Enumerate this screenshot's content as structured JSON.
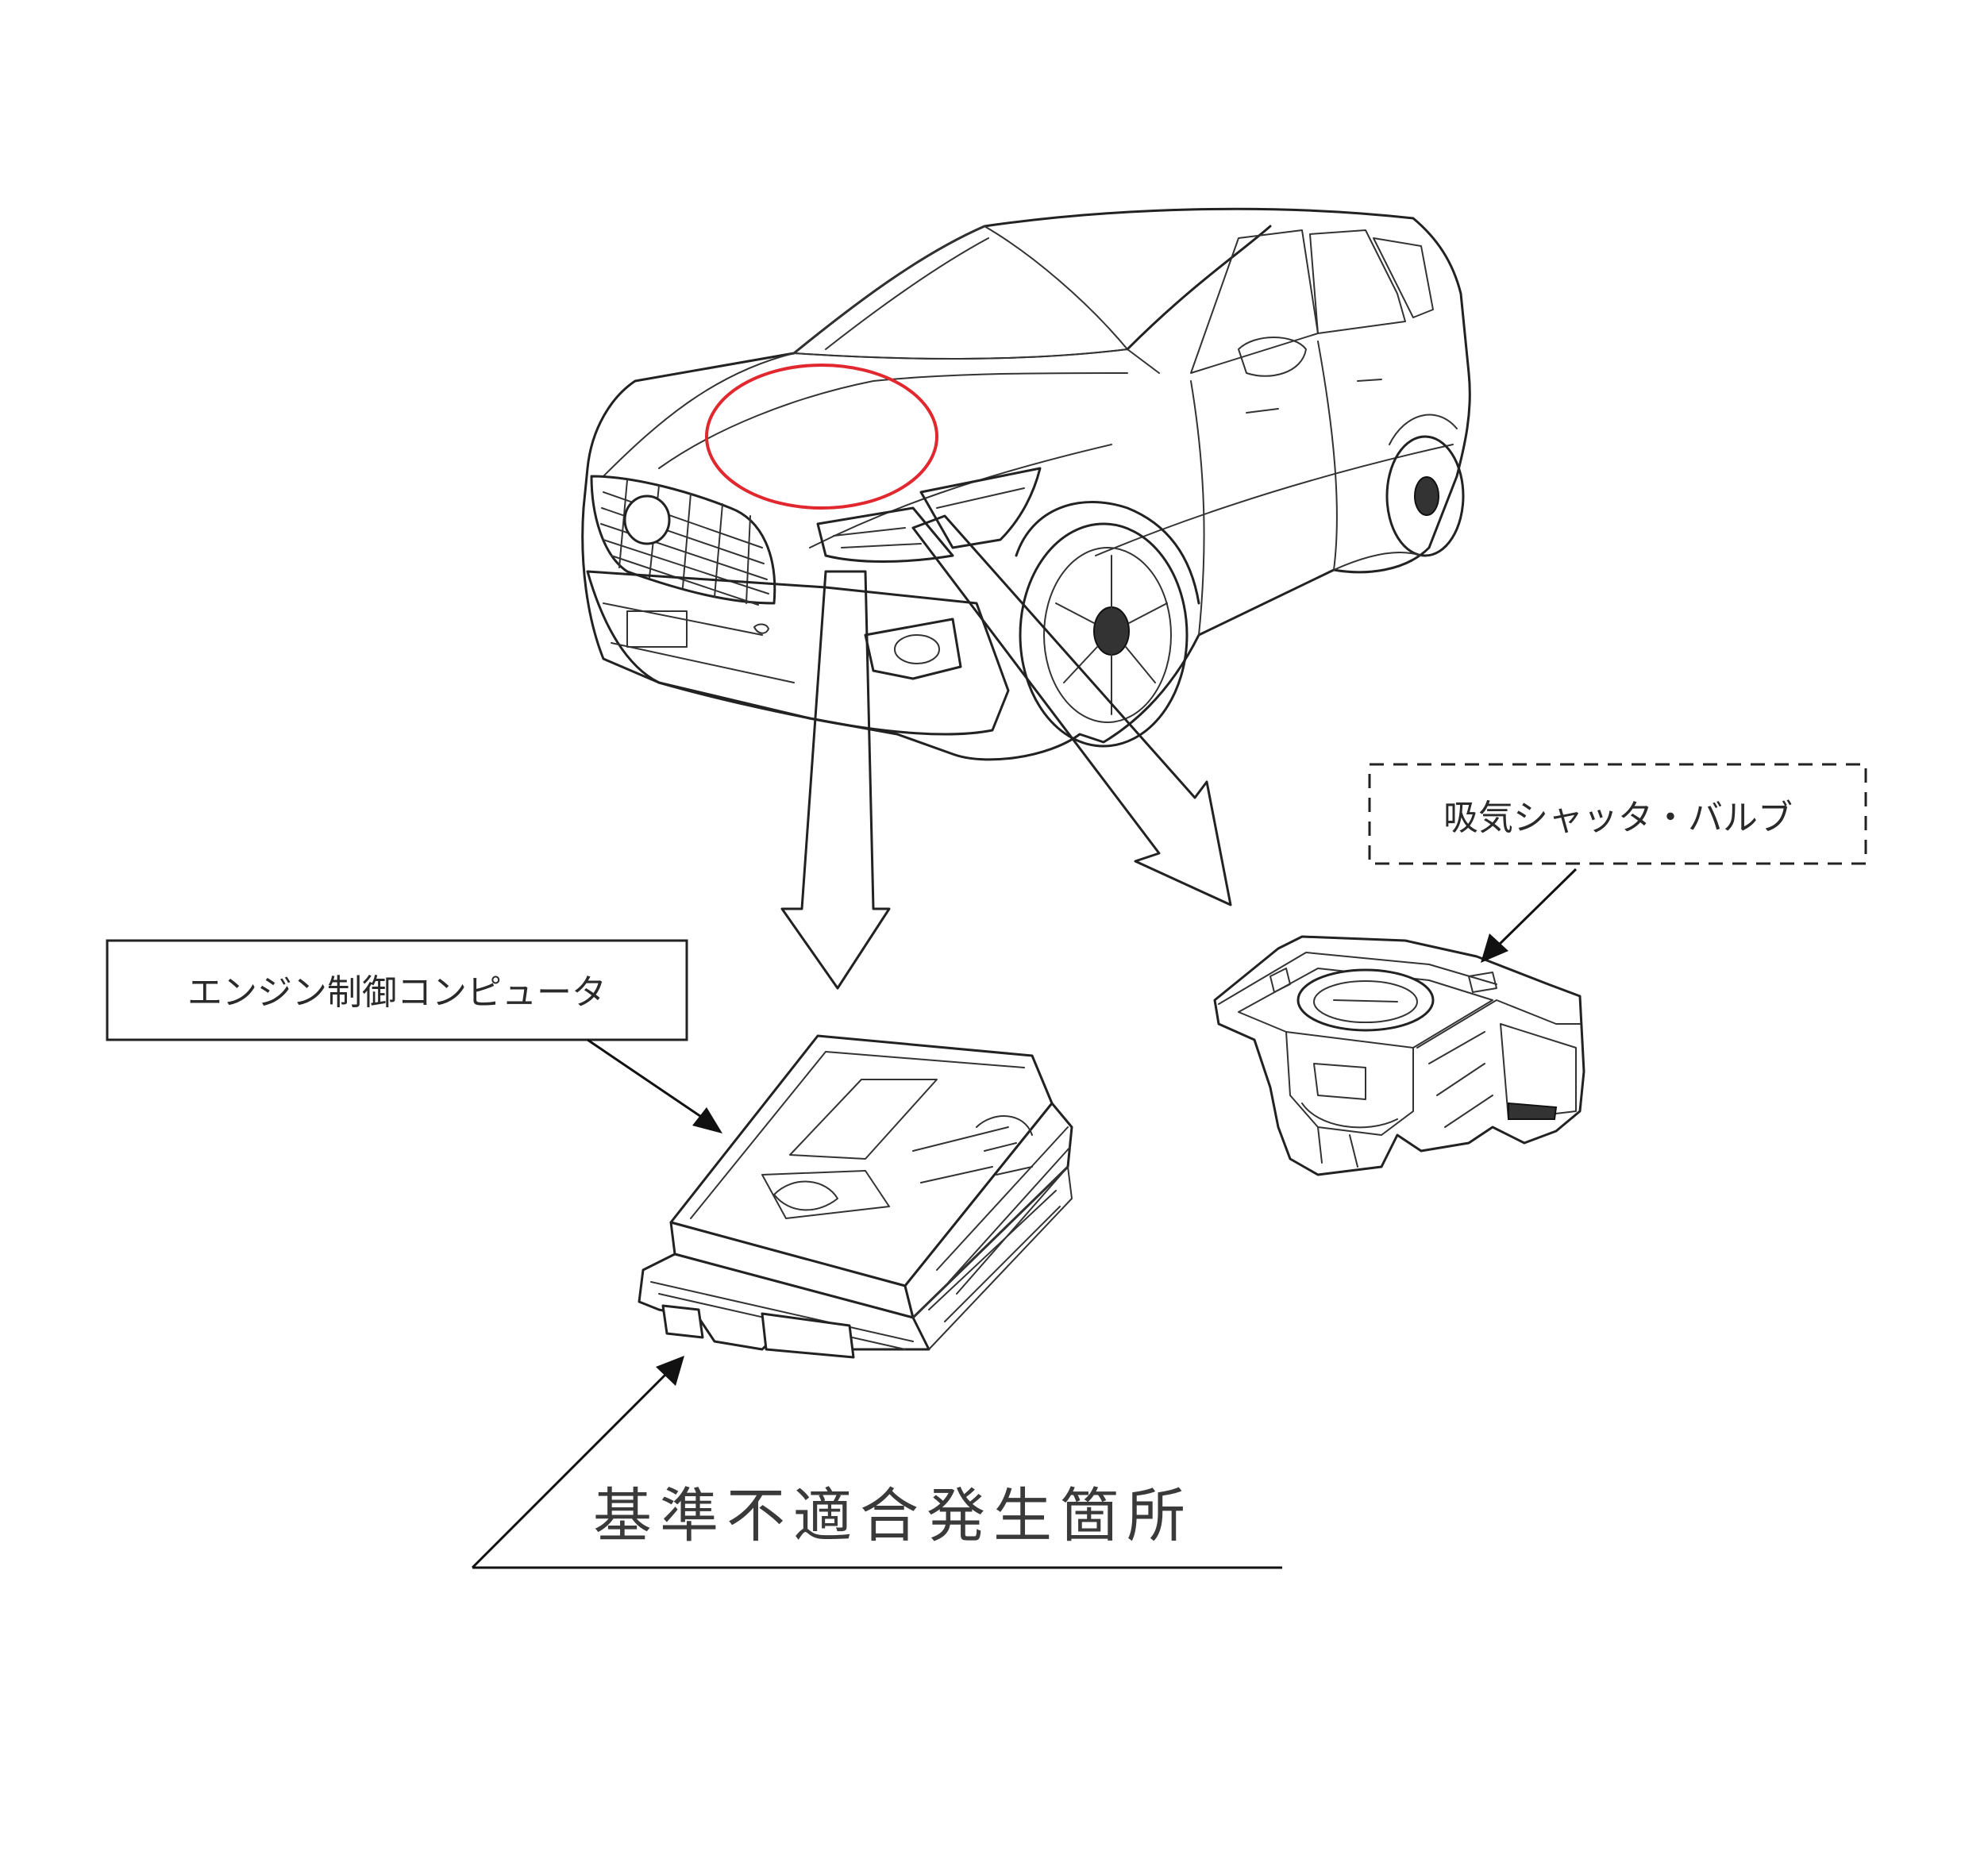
{
  "labels": {
    "ecu": "エンジン制御コンピュータ",
    "valve": "吸気シャッタ・バルブ",
    "nonconformity": "基準不適合発生箇所"
  },
  "colors": {
    "highlight_circle": "#e0282e",
    "line": "#222222",
    "background": "#ffffff"
  }
}
